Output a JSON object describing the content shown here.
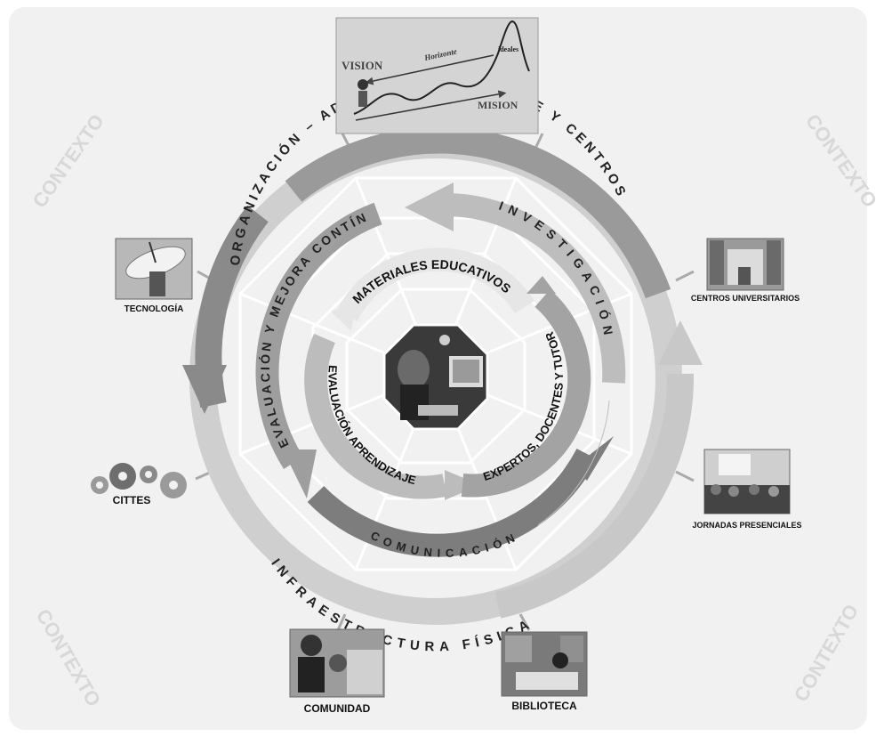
{
  "context_label": "CONTEXTO",
  "vision_panel": {
    "vision": "VISION",
    "horizonte": "Horizonte",
    "ideales": "ideales",
    "mision": "MISION"
  },
  "rings": {
    "outer_top": "ORGANIZACIÓN – ADMINISTRACIÓN: SEDE Y CENTROS",
    "outer_bottom": "INFRAESTRUCTURA FÍSICA",
    "investigacion": "INVESTIGACIÓN",
    "evaluacion_mejora": "EVALUACIÓN Y MEJORA CONTÍNUA",
    "comunicacion": "COMUNICACIÓN",
    "materiales": "MATERIALES EDUCATIVOS",
    "evaluacion_aprendizaje": "EVALUACIÓN APRENDIZAJE",
    "expertos": "EXPERTOS, DOCENTES Y TUTORES"
  },
  "satellites": {
    "tecnologia": "TECNOLOGÍA",
    "centros": "CENTROS UNIVERSITARIOS",
    "cittes": "CITTES",
    "jornadas": "JORNADAS PRESENCIALES",
    "comunidad": "COMUNIDAD",
    "biblioteca": "BIBLIOTECA"
  }
}
